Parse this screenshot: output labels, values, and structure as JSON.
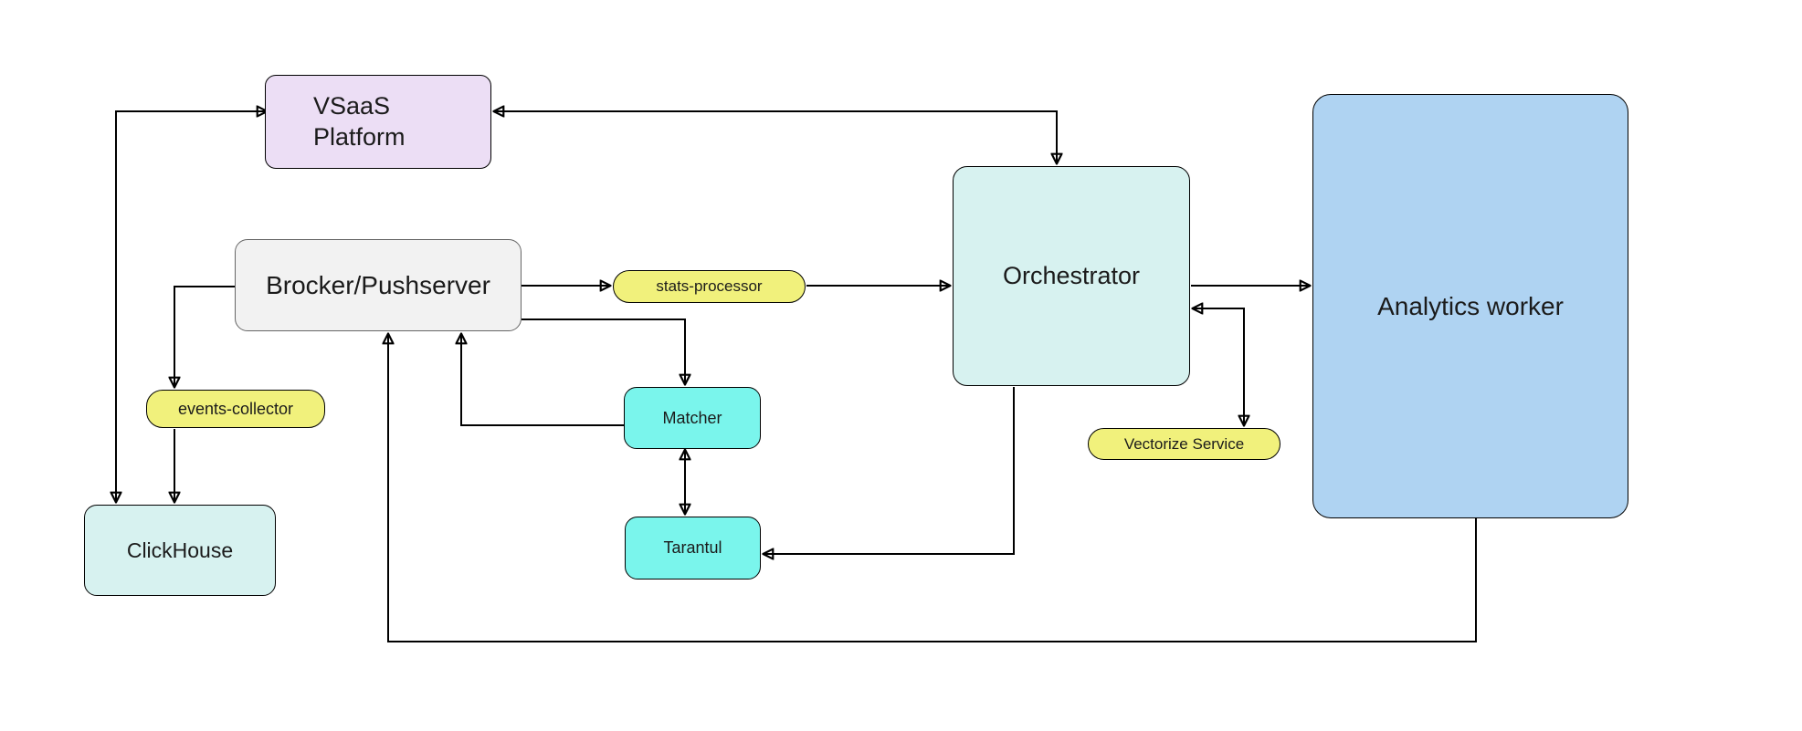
{
  "diagram": {
    "type": "architecture-flow-diagram",
    "background": "#FFFFFF",
    "colors": {
      "purple_node_fill": "#ECDEF5",
      "gray_node_fill": "#F2F2F2",
      "gray_node_border": "#666666",
      "yellow_pill_fill": "#F1F17C",
      "teal_node_fill": "#D7F2F0",
      "cyan_node_fill": "#7AF5EC",
      "blue_node_fill": "#AFD3F2",
      "edge_color": "#000000",
      "text_color": "#1B1B1B",
      "node_border": "#000000"
    },
    "nodes": {
      "vsaas": {
        "label": "VSaaS\nPlatform",
        "shape": "rounded-rect",
        "fill": "#ECDEF5"
      },
      "brocker": {
        "label": "Brocker/Pushserver",
        "shape": "rounded-rect",
        "fill": "#F2F2F2"
      },
      "stats": {
        "label": "stats-processor",
        "shape": "pill",
        "fill": "#F1F17C"
      },
      "events": {
        "label": "events-collector",
        "shape": "pill",
        "fill": "#F1F17C"
      },
      "clickhouse": {
        "label": "ClickHouse",
        "shape": "rounded-rect",
        "fill": "#D7F2F0"
      },
      "matcher": {
        "label": "Matcher",
        "shape": "rounded-rect",
        "fill": "#7AF5EC"
      },
      "tarantul": {
        "label": "Tarantul",
        "shape": "rounded-rect",
        "fill": "#7AF5EC"
      },
      "orchestrator": {
        "label": "Orchestrator",
        "shape": "rounded-rect",
        "fill": "#D7F2F0"
      },
      "vectorize": {
        "label": "Vectorize Service",
        "shape": "pill",
        "fill": "#F1F17C"
      },
      "analytics": {
        "label": "Analytics worker",
        "shape": "rounded-rect",
        "fill": "#AFD3F2"
      }
    },
    "edges": [
      {
        "from": "clickhouse",
        "to": "vsaas",
        "arrows": "both"
      },
      {
        "from": "orchestrator",
        "to": "vsaas",
        "arrows": "both"
      },
      {
        "from": "brocker",
        "to": "events",
        "arrows": "end"
      },
      {
        "from": "events",
        "to": "clickhouse",
        "arrows": "end"
      },
      {
        "from": "brocker",
        "to": "stats",
        "arrows": "end"
      },
      {
        "from": "stats",
        "to": "orchestrator",
        "arrows": "end"
      },
      {
        "from": "orchestrator",
        "to": "analytics",
        "arrows": "end"
      },
      {
        "from": "orchestrator",
        "to": "vectorize",
        "arrows": "both"
      },
      {
        "from": "orchestrator",
        "to": "tarantul",
        "arrows": "end"
      },
      {
        "from": "matcher",
        "to": "tarantul",
        "arrows": "both"
      },
      {
        "from": "matcher",
        "to": "brocker",
        "arrows": "end"
      },
      {
        "from": "brocker",
        "to": "matcher",
        "arrows": "end"
      },
      {
        "from": "analytics",
        "to": "brocker",
        "arrows": "end"
      }
    ]
  }
}
